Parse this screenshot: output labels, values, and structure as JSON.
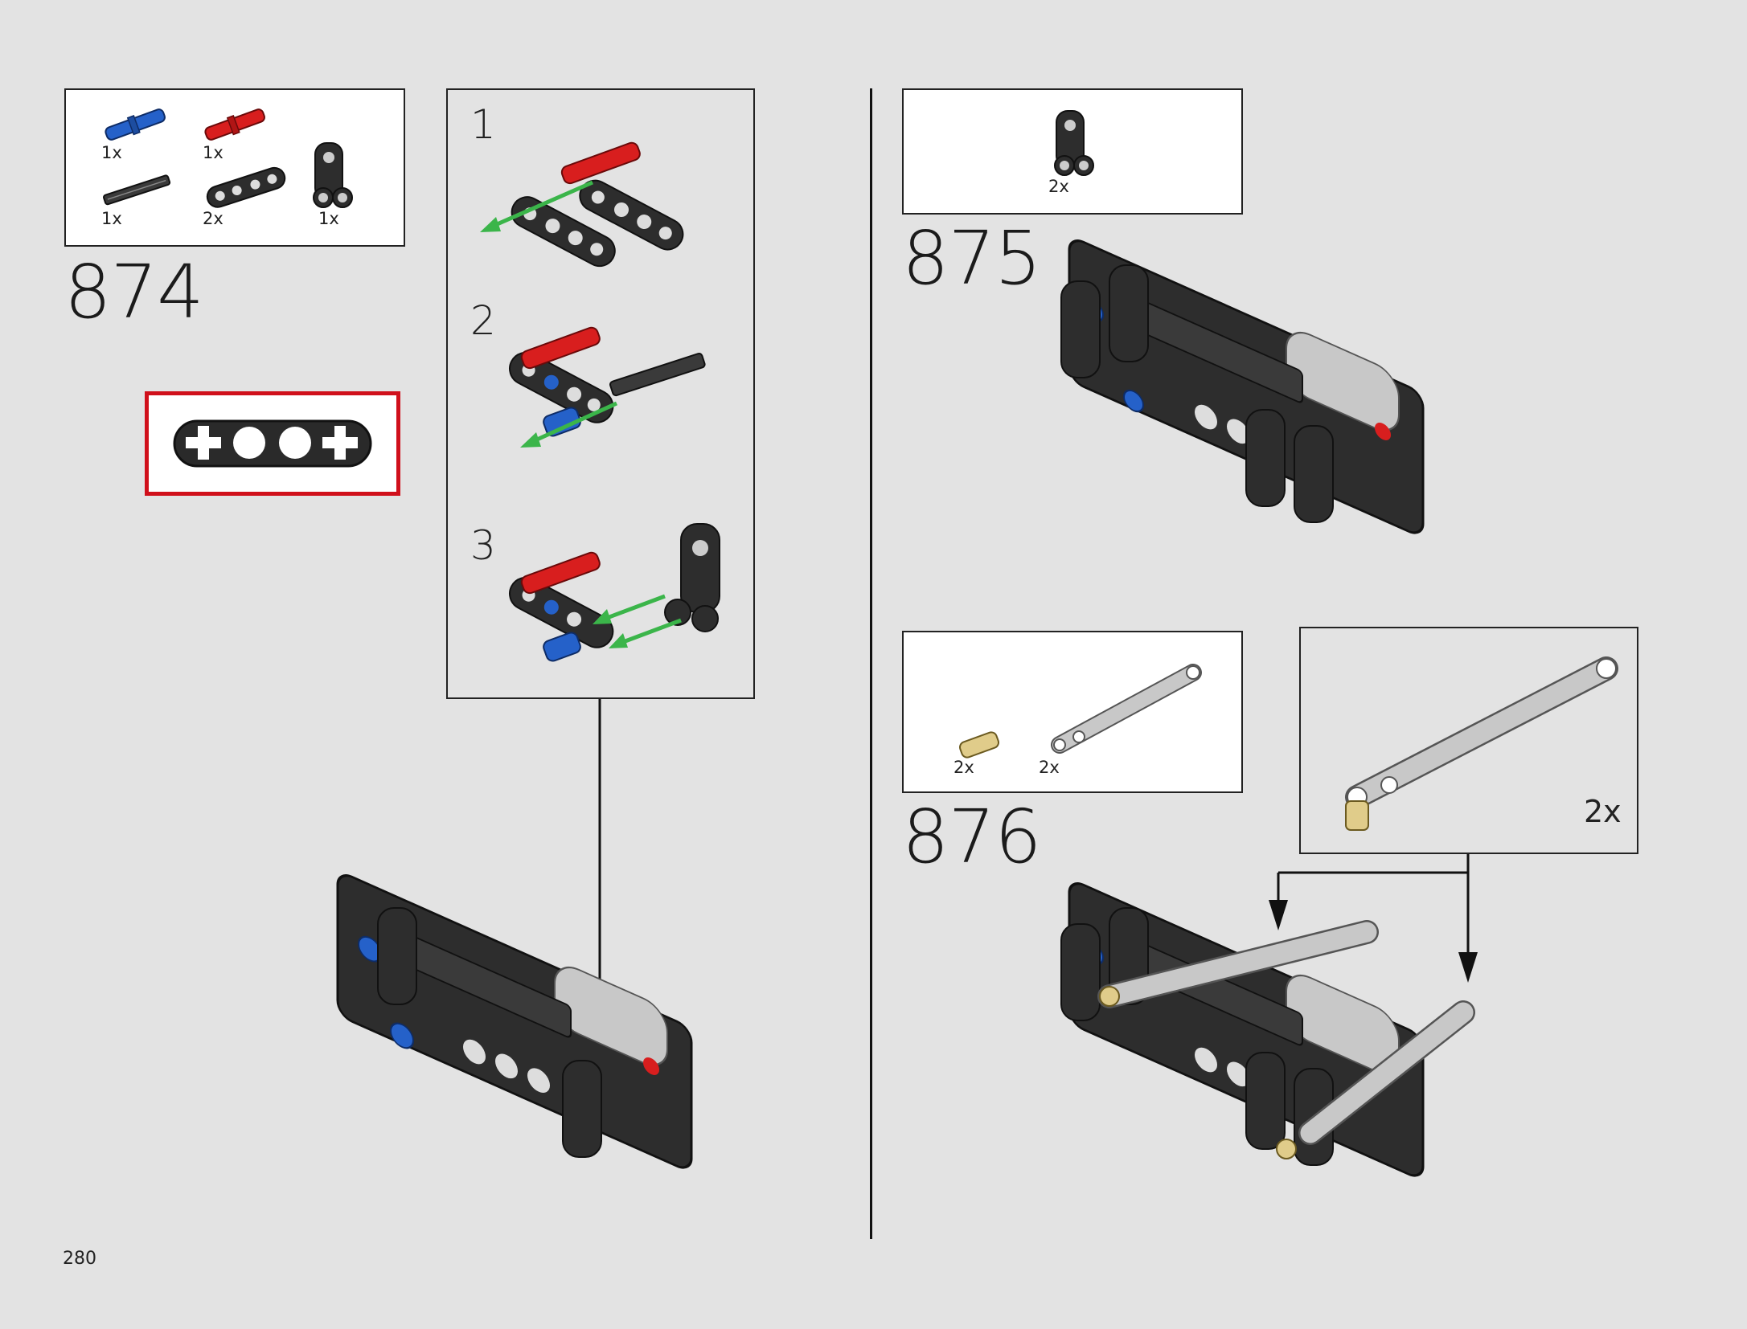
{
  "page_number": "280",
  "steps": [
    {
      "number": "874",
      "parts": [
        {
          "icon": "blue-connector-pin-icon",
          "qty": "1x"
        },
        {
          "icon": "red-axle-pin-icon",
          "qty": "1x"
        },
        {
          "icon": "black-axle-icon",
          "qty": "1x"
        },
        {
          "icon": "black-beam-icon",
          "qty": "2x"
        },
        {
          "icon": "black-angle-connector-icon",
          "qty": "1x"
        }
      ],
      "substeps": [
        "1",
        "2",
        "3"
      ]
    },
    {
      "number": "875",
      "parts": [
        {
          "icon": "black-angle-connector-icon",
          "qty": "2x"
        }
      ]
    },
    {
      "number": "876",
      "parts": [
        {
          "icon": "tan-pin-icon",
          "qty": "2x"
        },
        {
          "icon": "gray-lever-icon",
          "qty": "2x"
        }
      ],
      "subassembly_qty": "2x"
    }
  ],
  "colors": {
    "background": "#e3e3e3",
    "highlight_frame": "#d0101b",
    "arrow_green": "#3bb54a",
    "part_blue": "#2561c9",
    "part_red": "#d81e1e",
    "part_black": "#2d2d2d",
    "part_gray": "#c8c8c8",
    "part_tan": "#e0cc8a"
  }
}
